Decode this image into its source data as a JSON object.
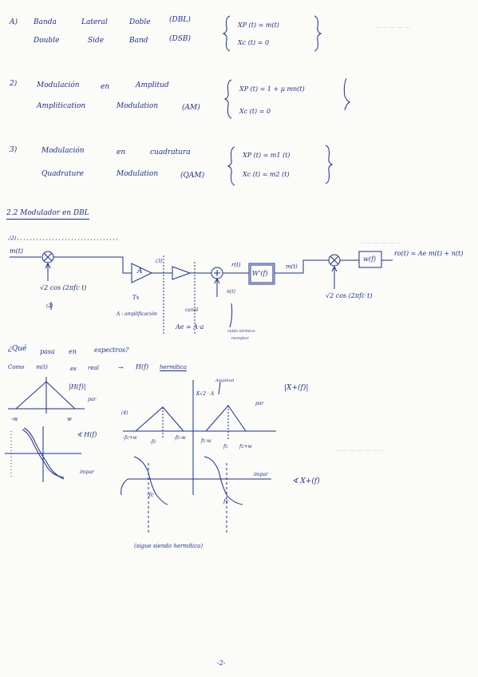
{
  "section_a": {
    "num": "A)",
    "es_line": [
      "Banda",
      "Lateral",
      "Doble",
      "(DBL)"
    ],
    "en_line": [
      "Double",
      "Side",
      "Band",
      "(DSB)"
    ],
    "eq1": "XP (t)  =  m(t)",
    "eq2": "Xc (t)  =   0"
  },
  "section_2": {
    "num": "2)",
    "es_line": [
      "Modulación",
      "en",
      "Amplitud"
    ],
    "en_line": [
      "Amplitication",
      "Modulation",
      "(AM)"
    ],
    "eq1": "XP (t)  =  1 + μ mn(t)",
    "eq2": "Xc (t)  =  0"
  },
  "section_3": {
    "num": "3)",
    "es_line": [
      "Modulación",
      "en",
      "cuadratura"
    ],
    "en_line": [
      "Quadrature",
      "Modulation",
      "(QAM)"
    ],
    "eq1": "XP (t)  =  m1 (t)",
    "eq2": "Xc (t)  =  m2 (t)"
  },
  "heading": "2.2 Modulador en DBL",
  "diagram": {
    "label_top": "(1)",
    "input": "m(t)",
    "osc1": "√2 cos (2πfc t)",
    "label_2": "(2)",
    "label_3": "(3)",
    "amp": "A",
    "tx": "Tx",
    "x_label": "r(t)",
    "noise": "n(t)",
    "filter1": "W'(f)",
    "m_label": "m(t)",
    "filter2": "w(f)",
    "output": "ro(t) = Ae m(t) + n(t)",
    "osc2": "√2 cos (2πfc t)",
    "amp_note": "A : amplificación",
    "canal": "canal",
    "gain": "Ae = A·a",
    "ruido": "ruido térmico",
    "ruido2": "receptor"
  },
  "question": {
    "line1": [
      "¿Qué",
      "pasa",
      "en",
      "espectros?"
    ],
    "line2": [
      "Como",
      "m(t)",
      "es",
      "real",
      "→",
      "H(f)",
      "hermítica"
    ]
  },
  "spectra": {
    "mag_h": "|H(f)|",
    "par1": "par",
    "w_neg": "-w",
    "w_pos": "w",
    "phase_h": "∢ H(f)",
    "impar1": "impar",
    "label_4": "(4)",
    "amp_note": "Amplitud",
    "kg": "K√2 · A",
    "mag_x": "|X+(f)|",
    "par2": "par",
    "f_neg_hi": "-fc+w",
    "f_neg_c": "-fc",
    "f_neg_lo": "-fc-w",
    "f_pos_lo": "fc-w",
    "f_pos_c": "fc",
    "f_pos_hi": "fc+w",
    "impar2": "impar",
    "neg_fc": "-fc",
    "pos_fc": "fc",
    "phase_x": "∢ X+(f)",
    "caption": "(sigue siendo hermítica)"
  },
  "page_number": "-2-",
  "colors": {
    "ink": "#1b2f8f",
    "paper": "#fbfbf8"
  }
}
